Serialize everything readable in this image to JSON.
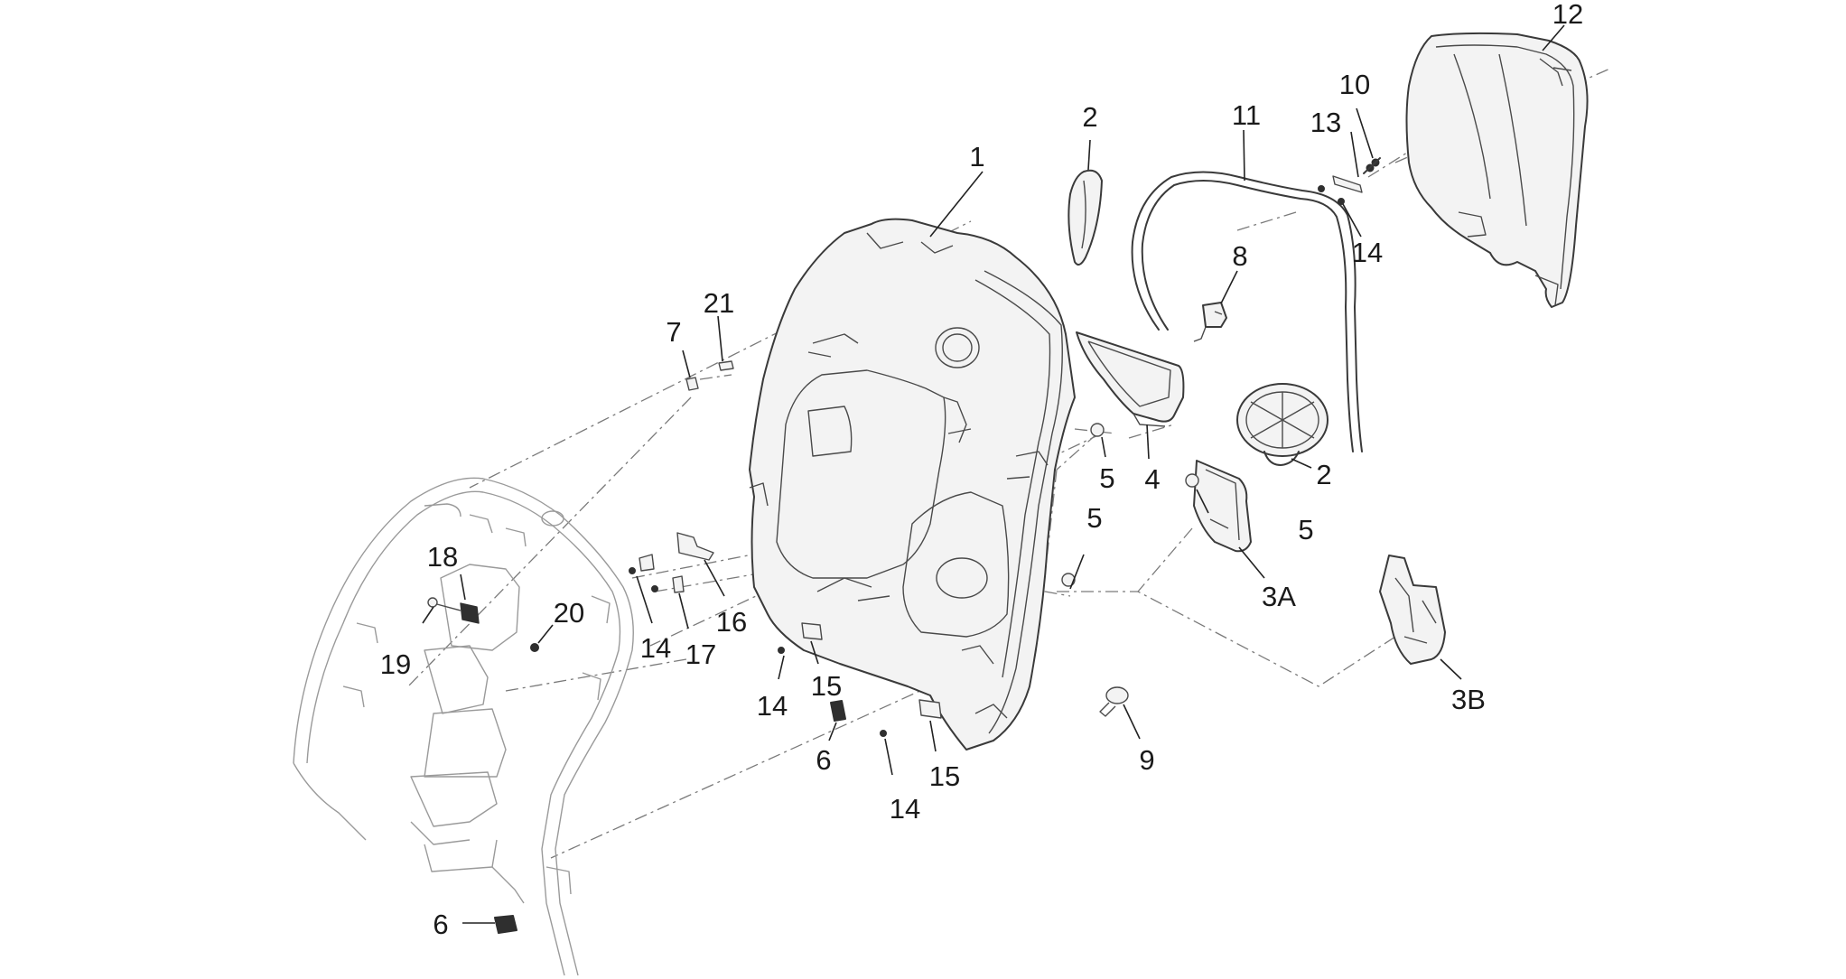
{
  "diagram": {
    "palette": {
      "line": "#3a3a3a",
      "light_line": "#9a9a9a",
      "dash": "#7a7a7a",
      "text": "#1a1a1a",
      "background": "#ffffff"
    },
    "callouts": [
      {
        "id": "c1",
        "label": "1"
      },
      {
        "id": "c2a",
        "label": "2"
      },
      {
        "id": "c2b",
        "label": "2"
      },
      {
        "id": "c3a",
        "label": "3A"
      },
      {
        "id": "c3b",
        "label": "3B"
      },
      {
        "id": "c4",
        "label": "4"
      },
      {
        "id": "c5a",
        "label": "5"
      },
      {
        "id": "c5b",
        "label": "5"
      },
      {
        "id": "c5c",
        "label": "5"
      },
      {
        "id": "c6a",
        "label": "6"
      },
      {
        "id": "c6b",
        "label": "6"
      },
      {
        "id": "c7",
        "label": "7"
      },
      {
        "id": "c8",
        "label": "8"
      },
      {
        "id": "c9",
        "label": "9"
      },
      {
        "id": "c10",
        "label": "10"
      },
      {
        "id": "c11",
        "label": "11"
      },
      {
        "id": "c12",
        "label": "12"
      },
      {
        "id": "c13",
        "label": "13"
      },
      {
        "id": "c14a",
        "label": "14"
      },
      {
        "id": "c14b",
        "label": "14"
      },
      {
        "id": "c14c",
        "label": "14"
      },
      {
        "id": "c14d",
        "label": "14"
      },
      {
        "id": "c15a",
        "label": "15"
      },
      {
        "id": "c15b",
        "label": "15"
      },
      {
        "id": "c16",
        "label": "16"
      },
      {
        "id": "c17",
        "label": "17"
      },
      {
        "id": "c18",
        "label": "18"
      },
      {
        "id": "c19",
        "label": "19"
      },
      {
        "id": "c20",
        "label": "20"
      },
      {
        "id": "c21",
        "label": "21"
      }
    ]
  }
}
